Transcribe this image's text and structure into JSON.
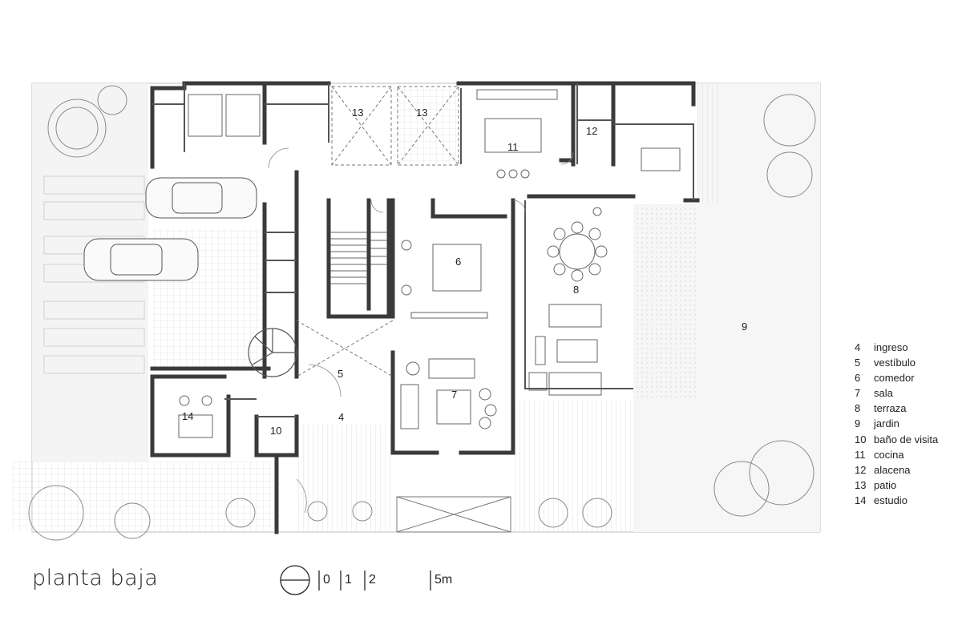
{
  "title": "planta baja",
  "rooms": {
    "r4": "4",
    "r5": "5",
    "r6": "6",
    "r7": "7",
    "r8": "8",
    "r9": "9",
    "r10": "10",
    "r11": "11",
    "r12": "12",
    "r13a": "13",
    "r13b": "13",
    "r14": "14"
  },
  "legend": [
    {
      "num": "4",
      "label": "ingreso"
    },
    {
      "num": "5",
      "label": "vestíbulo"
    },
    {
      "num": "6",
      "label": "comedor"
    },
    {
      "num": "7",
      "label": "sala"
    },
    {
      "num": "8",
      "label": "terraza"
    },
    {
      "num": "9",
      "label": "jardin"
    },
    {
      "num": "10",
      "label": "baño de visita"
    },
    {
      "num": "11",
      "label": "cocina"
    },
    {
      "num": "12",
      "label": "alacena"
    },
    {
      "num": "13",
      "label": "patio"
    },
    {
      "num": "14",
      "label": "estudio"
    }
  ],
  "scale": {
    "s0": "0",
    "s1": "1",
    "s2": "2",
    "s5": "5m"
  },
  "colors": {
    "wall": "#3a3a3a",
    "line": "#9a9a9a",
    "light": "#cfcfcf",
    "garden": "#f3f3f3"
  }
}
